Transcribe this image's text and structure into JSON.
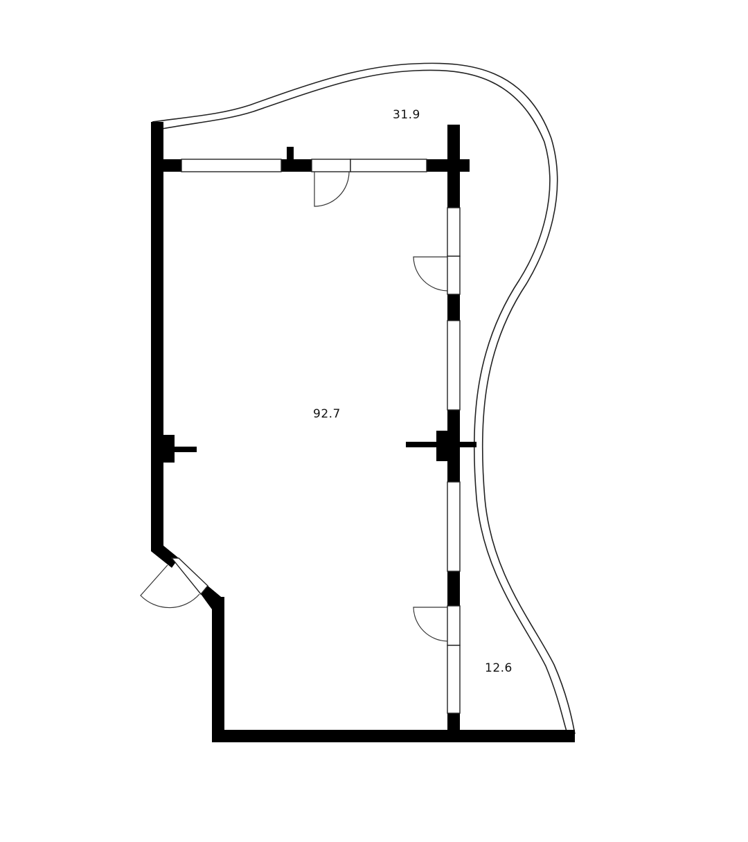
{
  "diagram": {
    "type": "floor-plan",
    "colors": {
      "wall": "#000000",
      "line": "#222222",
      "background": "#ffffff"
    },
    "rooms": [
      {
        "id": "main-room",
        "area": "92.7"
      },
      {
        "id": "balcony-top",
        "area": "31.9"
      },
      {
        "id": "balcony-side",
        "area": "12.6"
      }
    ],
    "doors_count": 4,
    "window_openings_count": 6
  }
}
